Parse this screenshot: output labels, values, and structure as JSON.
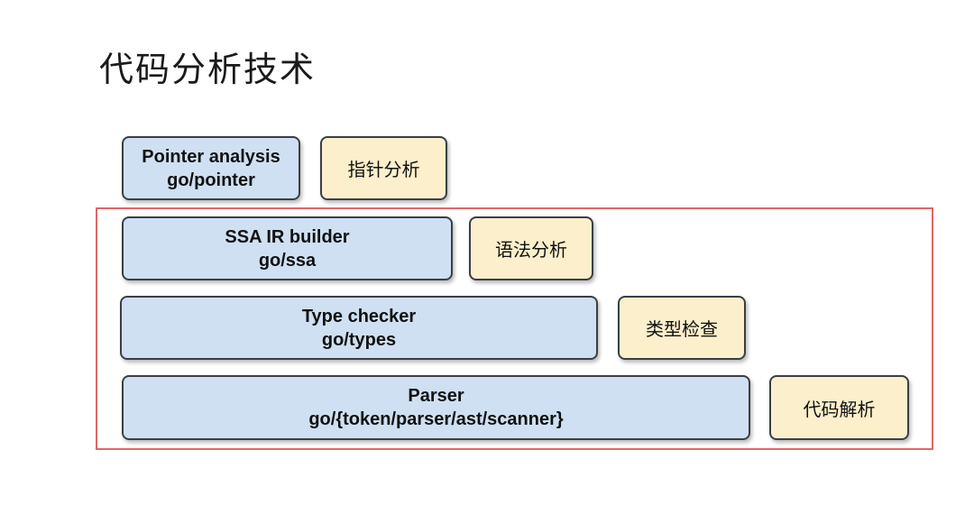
{
  "slide": {
    "title": "代码分析技术"
  },
  "layers": [
    {
      "component": {
        "line1": "Pointer analysis",
        "line2": "go/pointer"
      },
      "label": "指针分析"
    },
    {
      "component": {
        "line1": "SSA IR builder",
        "line2": "go/ssa"
      },
      "label": "语法分析"
    },
    {
      "component": {
        "line1": "Type checker",
        "line2": "go/types"
      },
      "label": "类型检查"
    },
    {
      "component": {
        "line1": "Parser",
        "line2": "go/{token/parser/ast/scanner}"
      },
      "label": "代码解析"
    }
  ],
  "colors": {
    "component_fill": "#cfe0f2",
    "label_fill": "#fcefcc",
    "frame_border": "#e06666",
    "box_border": "#3a3f45"
  }
}
